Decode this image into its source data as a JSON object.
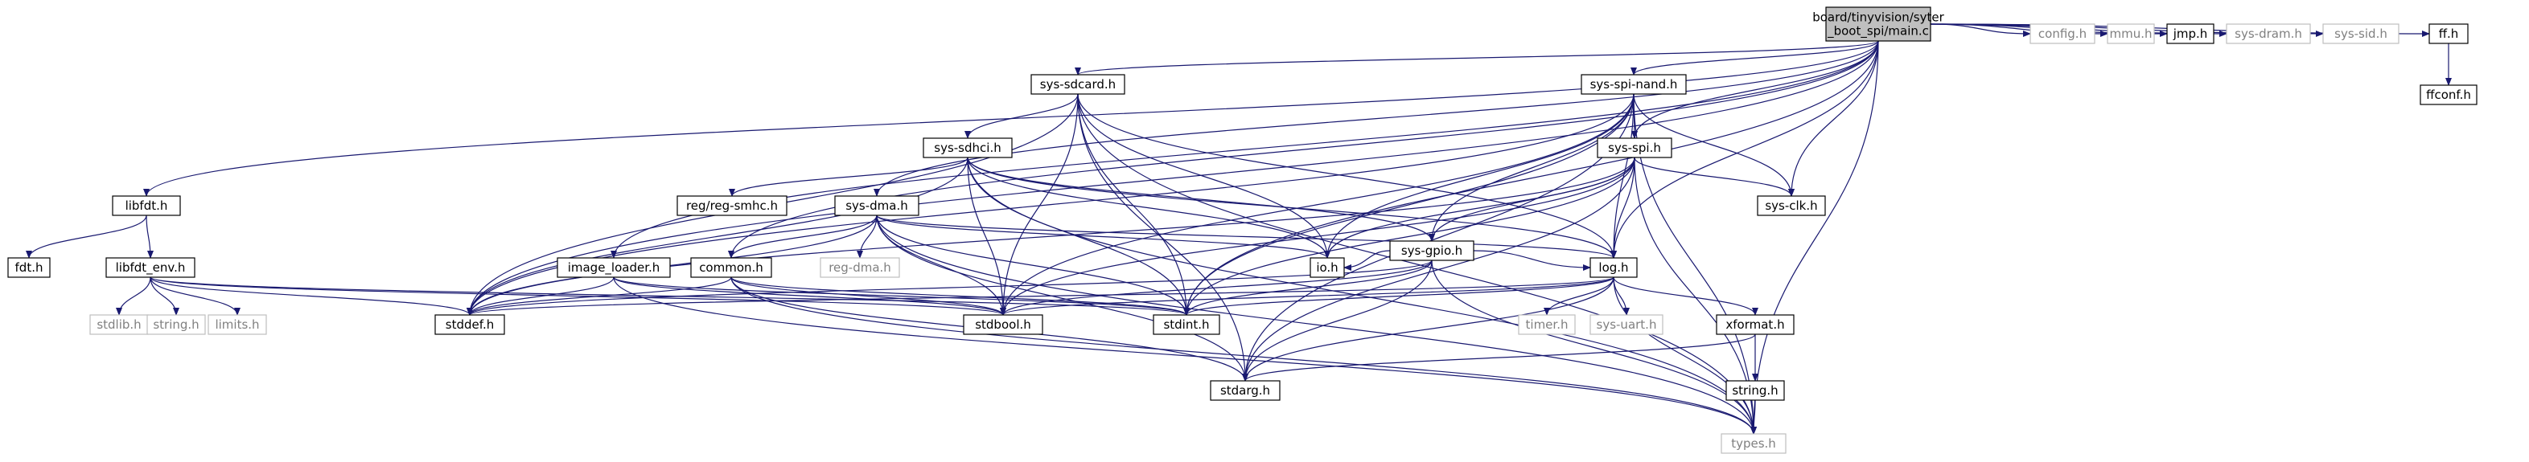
{
  "colors": {
    "edge": "#191970",
    "node_border": "#000000",
    "node_border_external": "#bfbfbf",
    "node_fill": "#ffffff",
    "root_fill": "#bfbfbf",
    "text": "#000000",
    "text_external": "#808080"
  },
  "nodes": [
    {
      "id": "main_c",
      "label": [
        "board/tinyvision/syter",
        "_boot_spi/main.c"
      ],
      "kind": "root"
    },
    {
      "id": "sys_sdcard_h",
      "label": [
        "sys-sdcard.h"
      ],
      "kind": "file"
    },
    {
      "id": "sys_spi_nand_h",
      "label": [
        "sys-spi-nand.h"
      ],
      "kind": "file"
    },
    {
      "id": "config_h",
      "label": [
        "config.h"
      ],
      "kind": "external"
    },
    {
      "id": "mmu_h",
      "label": [
        "mmu.h"
      ],
      "kind": "external"
    },
    {
      "id": "jmp_h",
      "label": [
        "jmp.h"
      ],
      "kind": "file"
    },
    {
      "id": "sys_dram_h",
      "label": [
        "sys-dram.h"
      ],
      "kind": "external"
    },
    {
      "id": "sys_sid_h",
      "label": [
        "sys-sid.h"
      ],
      "kind": "external"
    },
    {
      "id": "ff_h",
      "label": [
        "ff.h"
      ],
      "kind": "file"
    },
    {
      "id": "ffconf_h",
      "label": [
        "ffconf.h"
      ],
      "kind": "file"
    },
    {
      "id": "sys_sdhci_h",
      "label": [
        "sys-sdhci.h"
      ],
      "kind": "file"
    },
    {
      "id": "sys_spi_h",
      "label": [
        "sys-spi.h"
      ],
      "kind": "file"
    },
    {
      "id": "libfdt_h",
      "label": [
        "libfdt.h"
      ],
      "kind": "file"
    },
    {
      "id": "reg_smhc_h",
      "label": [
        "reg/reg-smhc.h"
      ],
      "kind": "file"
    },
    {
      "id": "sys_clk_h",
      "label": [
        "sys-clk.h"
      ],
      "kind": "file"
    },
    {
      "id": "sys_dma_h",
      "label": [
        "sys-dma.h"
      ],
      "kind": "file"
    },
    {
      "id": "sys_gpio_h",
      "label": [
        "sys-gpio.h"
      ],
      "kind": "file"
    },
    {
      "id": "fdt_h",
      "label": [
        "fdt.h"
      ],
      "kind": "file"
    },
    {
      "id": "libfdt_env_h",
      "label": [
        "libfdt_env.h"
      ],
      "kind": "file"
    },
    {
      "id": "reg_dma_h",
      "label": [
        "reg-dma.h"
      ],
      "kind": "external"
    },
    {
      "id": "io_h",
      "label": [
        "io.h"
      ],
      "kind": "file"
    },
    {
      "id": "image_loader_h",
      "label": [
        "image_loader.h"
      ],
      "kind": "file"
    },
    {
      "id": "common_h",
      "label": [
        "common.h"
      ],
      "kind": "file"
    },
    {
      "id": "log_h",
      "label": [
        "log.h"
      ],
      "kind": "file"
    },
    {
      "id": "stdlib_h",
      "label": [
        "stdlib.h"
      ],
      "kind": "external"
    },
    {
      "id": "string_h_ext",
      "label": [
        "string.h"
      ],
      "kind": "external"
    },
    {
      "id": "limits_h",
      "label": [
        "limits.h"
      ],
      "kind": "external"
    },
    {
      "id": "stddef_h",
      "label": [
        "stddef.h"
      ],
      "kind": "file"
    },
    {
      "id": "stdbool_h",
      "label": [
        "stdbool.h"
      ],
      "kind": "file"
    },
    {
      "id": "stdint_h",
      "label": [
        "stdint.h"
      ],
      "kind": "file"
    },
    {
      "id": "timer_h",
      "label": [
        "timer.h"
      ],
      "kind": "external"
    },
    {
      "id": "sys_uart_h",
      "label": [
        "sys-uart.h"
      ],
      "kind": "external"
    },
    {
      "id": "xformat_h",
      "label": [
        "xformat.h"
      ],
      "kind": "file"
    },
    {
      "id": "stdarg_h",
      "label": [
        "stdarg.h"
      ],
      "kind": "file"
    },
    {
      "id": "string_h",
      "label": [
        "string.h"
      ],
      "kind": "file"
    },
    {
      "id": "types_h",
      "label": [
        "types.h"
      ],
      "kind": "external"
    }
  ],
  "edges": [
    [
      "main_c",
      "sys_sdcard_h"
    ],
    [
      "main_c",
      "sys_spi_nand_h"
    ],
    [
      "main_c",
      "config_h"
    ],
    [
      "main_c",
      "mmu_h"
    ],
    [
      "main_c",
      "jmp_h"
    ],
    [
      "main_c",
      "sys_dram_h"
    ],
    [
      "main_c",
      "sys_sid_h"
    ],
    [
      "main_c",
      "ff_h"
    ],
    [
      "main_c",
      "libfdt_h"
    ],
    [
      "main_c",
      "sys_spi_h"
    ],
    [
      "main_c",
      "sys_dma_h"
    ],
    [
      "main_c",
      "image_loader_h"
    ],
    [
      "main_c",
      "common_h"
    ],
    [
      "main_c",
      "log_h"
    ],
    [
      "main_c",
      "stddef_h"
    ],
    [
      "main_c",
      "stdint_h"
    ],
    [
      "main_c",
      "types_h"
    ],
    [
      "main_c",
      "sys_clk_h"
    ],
    [
      "ff_h",
      "ffconf_h"
    ],
    [
      "sys_sdcard_h",
      "sys_sdhci_h"
    ],
    [
      "sys_sdcard_h",
      "io_h"
    ],
    [
      "sys_sdcard_h",
      "log_h"
    ],
    [
      "sys_sdcard_h",
      "stddef_h"
    ],
    [
      "sys_sdcard_h",
      "stdbool_h"
    ],
    [
      "sys_sdcard_h",
      "stdint_h"
    ],
    [
      "sys_sdcard_h",
      "stdarg_h"
    ],
    [
      "sys_sdcard_h",
      "types_h"
    ],
    [
      "sys_spi_nand_h",
      "sys_spi_h"
    ],
    [
      "sys_spi_nand_h",
      "sys_clk_h"
    ],
    [
      "sys_spi_nand_h",
      "sys_gpio_h"
    ],
    [
      "sys_spi_nand_h",
      "io_h"
    ],
    [
      "sys_spi_nand_h",
      "log_h"
    ],
    [
      "sys_spi_nand_h",
      "stdbool_h"
    ],
    [
      "sys_spi_nand_h",
      "stdint_h"
    ],
    [
      "sys_spi_nand_h",
      "stdarg_h"
    ],
    [
      "sys_spi_nand_h",
      "types_h"
    ],
    [
      "sys_spi_nand_h",
      "stddef_h"
    ],
    [
      "sys_sdhci_h",
      "reg_smhc_h"
    ],
    [
      "sys_sdhci_h",
      "sys_gpio_h"
    ],
    [
      "sys_sdhci_h",
      "io_h"
    ],
    [
      "sys_sdhci_h",
      "log_h"
    ],
    [
      "sys_sdhci_h",
      "stddef_h"
    ],
    [
      "sys_sdhci_h",
      "stdbool_h"
    ],
    [
      "sys_sdhci_h",
      "stdint_h"
    ],
    [
      "sys_sdhci_h",
      "types_h"
    ],
    [
      "sys_spi_h",
      "sys_clk_h"
    ],
    [
      "sys_spi_h",
      "sys_gpio_h"
    ],
    [
      "sys_spi_h",
      "io_h"
    ],
    [
      "sys_spi_h",
      "log_h"
    ],
    [
      "sys_spi_h",
      "stddef_h"
    ],
    [
      "sys_spi_h",
      "stdbool_h"
    ],
    [
      "sys_spi_h",
      "stdint_h"
    ],
    [
      "sys_spi_h",
      "stdarg_h"
    ],
    [
      "sys_spi_h",
      "types_h"
    ],
    [
      "sys_dma_h",
      "reg_dma_h"
    ],
    [
      "sys_dma_h",
      "common_h"
    ],
    [
      "sys_dma_h",
      "io_h"
    ],
    [
      "sys_dma_h",
      "log_h"
    ],
    [
      "sys_dma_h",
      "stddef_h"
    ],
    [
      "sys_dma_h",
      "stdbool_h"
    ],
    [
      "sys_dma_h",
      "stdint_h"
    ],
    [
      "sys_dma_h",
      "stdarg_h"
    ],
    [
      "sys_dma_h",
      "types_h"
    ],
    [
      "sys_gpio_h",
      "io_h"
    ],
    [
      "sys_gpio_h",
      "log_h"
    ],
    [
      "sys_gpio_h",
      "stddef_h"
    ],
    [
      "sys_gpio_h",
      "stdbool_h"
    ],
    [
      "sys_gpio_h",
      "stdint_h"
    ],
    [
      "sys_gpio_h",
      "stdarg_h"
    ],
    [
      "sys_gpio_h",
      "types_h"
    ],
    [
      "libfdt_h",
      "fdt_h"
    ],
    [
      "libfdt_h",
      "libfdt_env_h"
    ],
    [
      "libfdt_env_h",
      "stdlib_h"
    ],
    [
      "libfdt_env_h",
      "string_h_ext"
    ],
    [
      "libfdt_env_h",
      "limits_h"
    ],
    [
      "libfdt_env_h",
      "stddef_h"
    ],
    [
      "libfdt_env_h",
      "stdbool_h"
    ],
    [
      "libfdt_env_h",
      "stdint_h"
    ],
    [
      "image_loader_h",
      "stddef_h"
    ],
    [
      "image_loader_h",
      "stdbool_h"
    ],
    [
      "image_loader_h",
      "stdint_h"
    ],
    [
      "image_loader_h",
      "types_h"
    ],
    [
      "common_h",
      "stddef_h"
    ],
    [
      "common_h",
      "stdbool_h"
    ],
    [
      "common_h",
      "stdint_h"
    ],
    [
      "common_h",
      "stdarg_h"
    ],
    [
      "common_h",
      "types_h"
    ],
    [
      "log_h",
      "timer_h"
    ],
    [
      "log_h",
      "sys_uart_h"
    ],
    [
      "log_h",
      "xformat_h"
    ],
    [
      "log_h",
      "stddef_h"
    ],
    [
      "log_h",
      "stdbool_h"
    ],
    [
      "log_h",
      "stdint_h"
    ],
    [
      "log_h",
      "stdarg_h"
    ],
    [
      "log_h",
      "types_h"
    ],
    [
      "xformat_h",
      "stdarg_h"
    ],
    [
      "xformat_h",
      "string_h"
    ],
    [
      "string_h",
      "types_h"
    ]
  ]
}
